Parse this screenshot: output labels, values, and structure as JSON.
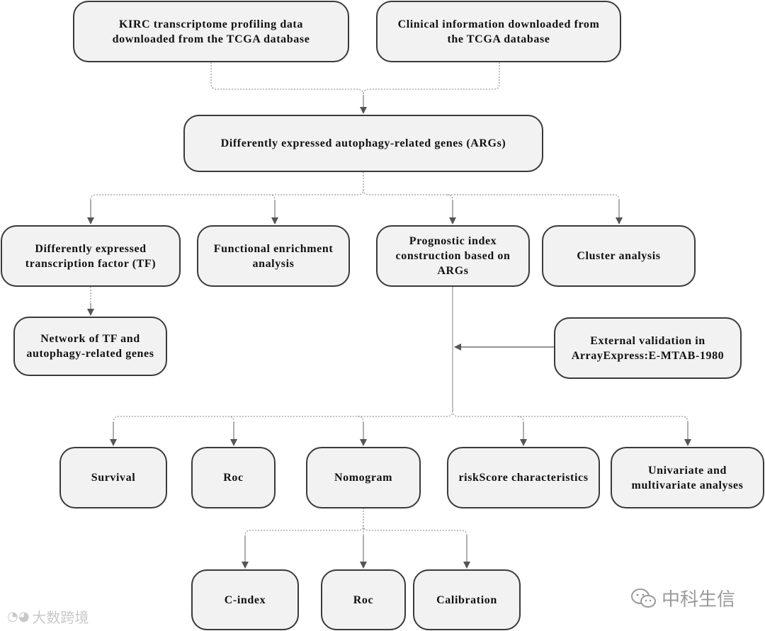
{
  "boxes": {
    "kirc_data": "KIRC transcriptome profiling data\ndownloaded from the TCGA database",
    "clinical_info": "Clinical information downloaded from\nthe TCGA database",
    "diff_args": "Differently expressed autophagy-related genes (ARGs)",
    "diff_tf": "Differently expressed\ntranscription factor (TF)",
    "functional_enrichment": "Functional enrichment\nanalysis",
    "prognostic_index": "Prognostic index\nconstruction based on\nARGs",
    "cluster_analysis": "Cluster analysis",
    "tf_network": "Network of TF and\nautophagy-related genes",
    "external_validation": "External validation in\nArrayExpress:E-MTAB-1980",
    "survival": "Survival",
    "roc_main": "Roc",
    "nomogram": "Nomogram",
    "riskscore": "riskScore characteristics",
    "univariate": "Univariate and\nmultivariate analyses",
    "c_index": "C-index",
    "roc_nomogram": "Roc",
    "calibration": "Calibration"
  },
  "watermarks": {
    "left_text": "大数跨境",
    "right_text": "中科生信"
  }
}
